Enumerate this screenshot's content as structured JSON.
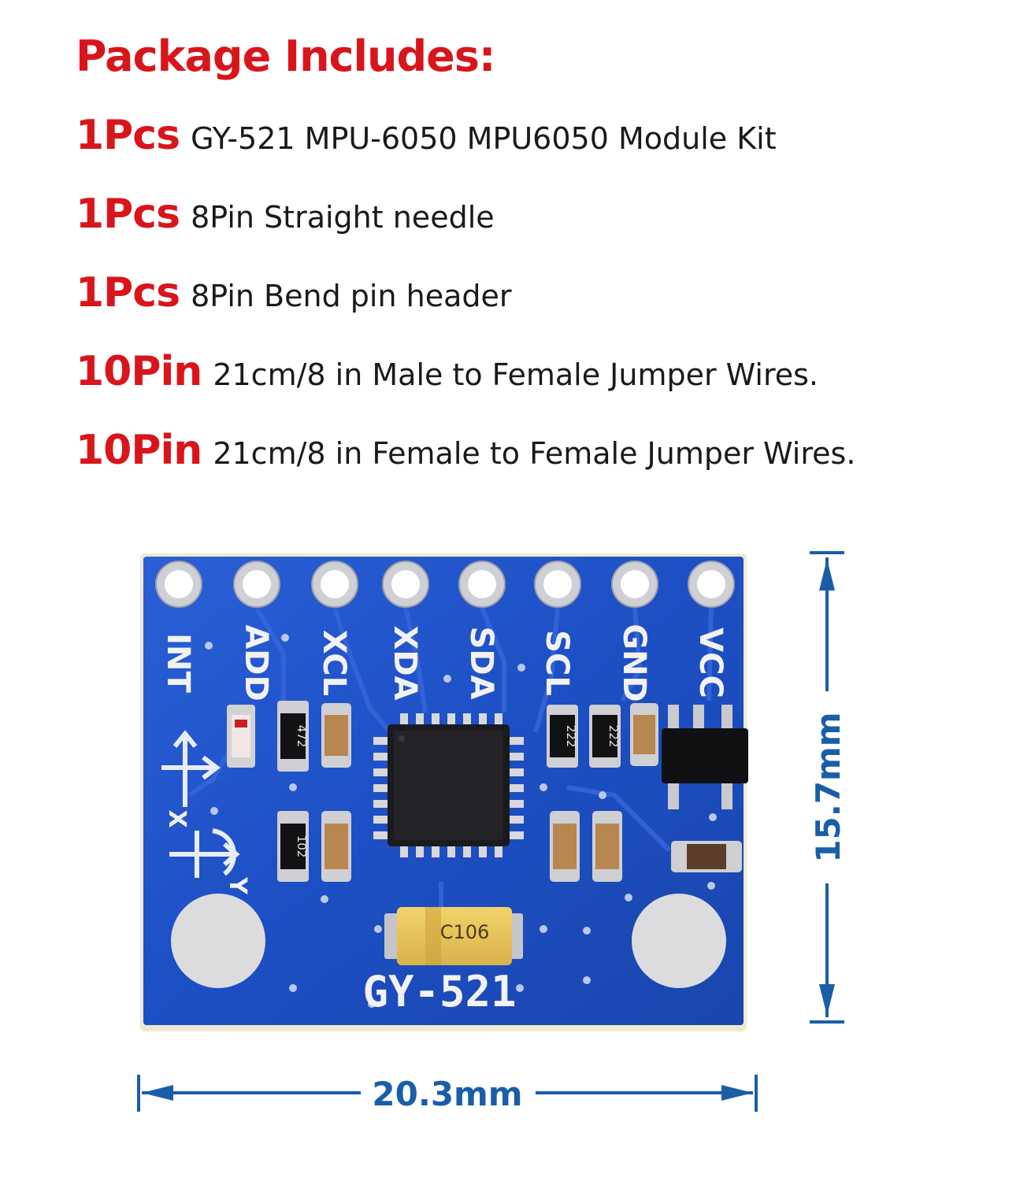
{
  "heading": "Package Includes:",
  "items": [
    {
      "qty": "1Pcs",
      "desc": "GY-521 MPU-6050 MPU6050 Module Kit"
    },
    {
      "qty": "1Pcs",
      "desc": "8Pin Straight needle"
    },
    {
      "qty": "1Pcs",
      "desc": "8Pin Bend pin header"
    },
    {
      "qty": "10Pin",
      "desc": "21cm/8 in Male to Female Jumper Wires."
    },
    {
      "qty": "10Pin",
      "desc": "21cm/8 in Female to Female Jumper Wires."
    }
  ],
  "board": {
    "pins": [
      "INT",
      "ADD",
      "XCL",
      "XDA",
      "SDA",
      "SCL",
      "GND",
      "VCC"
    ],
    "model_label": "GY-521",
    "capacitor_label": "C106",
    "resistor_labels": [
      "472",
      "102",
      "222",
      "222"
    ],
    "axis_labels": [
      "X",
      "Y"
    ]
  },
  "dimensions": {
    "width": "20.3mm",
    "height": "15.7mm"
  },
  "colors": {
    "accent_red": "#d9151c",
    "pcb_blue": "#1d4fc4",
    "dimension_blue": "#1a5ea8"
  }
}
